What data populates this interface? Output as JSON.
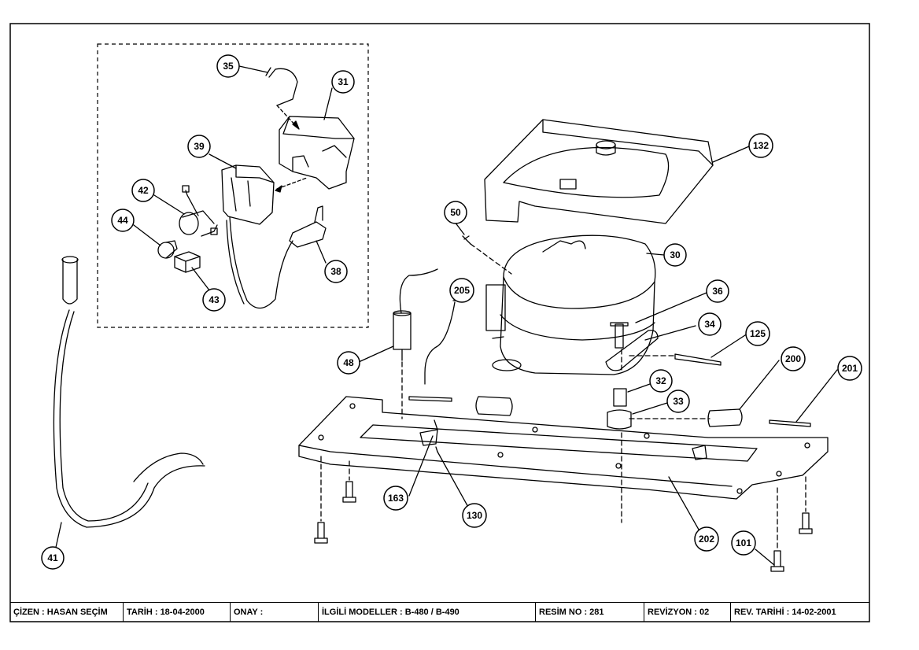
{
  "drawing": {
    "callouts": [
      "35",
      "31",
      "39",
      "42",
      "44",
      "43",
      "38",
      "132",
      "50",
      "30",
      "36",
      "34",
      "125",
      "205",
      "48",
      "32",
      "33",
      "200",
      "201",
      "163",
      "130",
      "202",
      "101",
      "41"
    ]
  },
  "title_block": {
    "drawn_by": "ÇİZEN : HASAN SEÇİM",
    "date": "TARİH : 18-04-2000",
    "approval": "ONAY :",
    "related_models": "İLGİLİ MODELLER : B-480 / B-490",
    "drawing_no": "RESİM NO : 281",
    "revision": "REVİZYON : 02",
    "revision_date": "REV. TARİHİ : 14-02-2001"
  }
}
